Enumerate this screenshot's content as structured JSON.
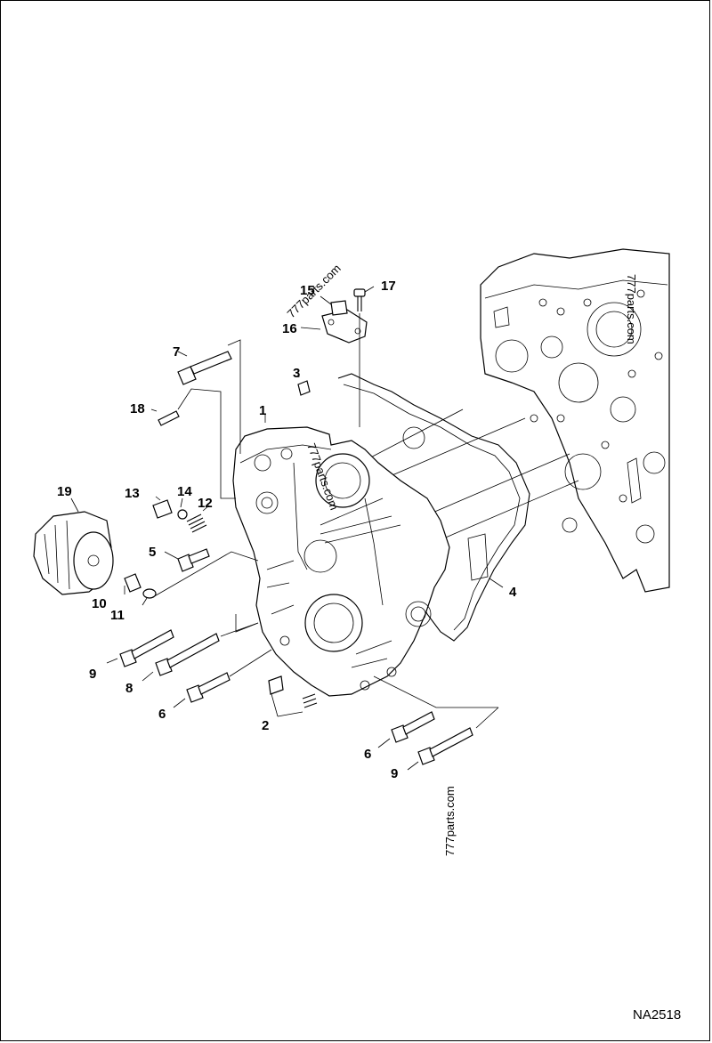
{
  "diagram": {
    "code": "NA2518",
    "watermark": "777parts.com",
    "callouts": {
      "c1": "1",
      "c2": "2",
      "c3": "3",
      "c4": "4",
      "c5": "5",
      "c6a": "6",
      "c6b": "6",
      "c7": "7",
      "c8": "8",
      "c9a": "9",
      "c9b": "9",
      "c10": "10",
      "c11": "11",
      "c12": "12",
      "c13": "13",
      "c14": "14",
      "c15": "15",
      "c16": "16",
      "c17": "17",
      "c18": "18",
      "c19": "19"
    }
  }
}
